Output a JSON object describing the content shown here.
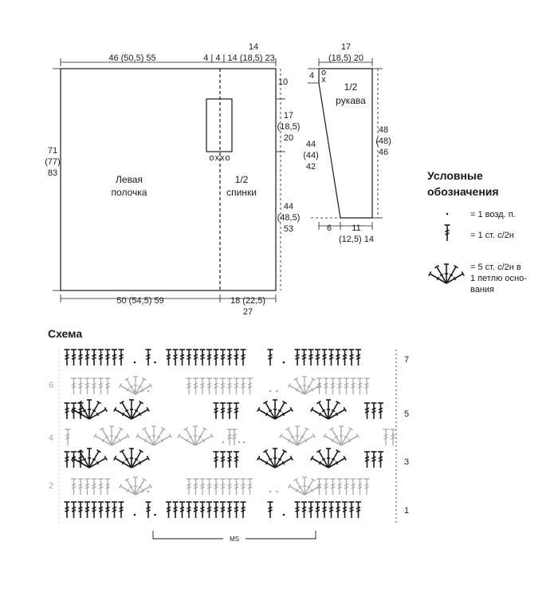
{
  "front_panel": {
    "top_width": "46 (50,5) 55",
    "back_top_total": "14",
    "back_top_parts": "4 | 4 | 14 (18,5) 23",
    "height": [
      "71",
      "(77)",
      "83"
    ],
    "right_top": "10",
    "right_mid": [
      "17",
      "(18,5)",
      "20"
    ],
    "right_bottom": [
      "44",
      "(48,5)",
      "53"
    ],
    "bottom_left": "50 (54,5) 59",
    "bottom_right": [
      "18 (22,5)",
      "27"
    ],
    "marker": "oxxo",
    "label_front": [
      "Левая",
      "полочка"
    ],
    "label_back": [
      "1/2",
      "спинки"
    ]
  },
  "sleeve": {
    "top_width": [
      "17",
      "(18,5) 20"
    ],
    "top_left": "4",
    "marker_top": "o",
    "marker_bottom": "x",
    "label": [
      "1/2",
      "рукава"
    ],
    "left_length": [
      "44",
      "(44)",
      "42"
    ],
    "right_length": [
      "48",
      "(48)",
      "46"
    ],
    "bottom_left": "6",
    "bottom_width": [
      "11",
      "(12,5) 14"
    ]
  },
  "legend": {
    "title": [
      "Условные",
      "обозначения"
    ],
    "items": [
      {
        "symbol": "chain-dot",
        "text": [
          "= 1 возд. п."
        ]
      },
      {
        "symbol": "double-crochet",
        "text": [
          "= 1 ст. с/2н"
        ]
      },
      {
        "symbol": "fan",
        "text": [
          "= 5 ст. с/2н в",
          "1 петлю осно-",
          "вания"
        ]
      }
    ]
  },
  "schema": {
    "title": "Схема",
    "repeat_label": "MS",
    "rows_right": [
      "7",
      "5",
      "3",
      "1"
    ],
    "rows_left": [
      "6",
      "4",
      "2"
    ],
    "colors": {
      "dark": "#1a1a1a",
      "light": "#a8a8a8"
    }
  }
}
